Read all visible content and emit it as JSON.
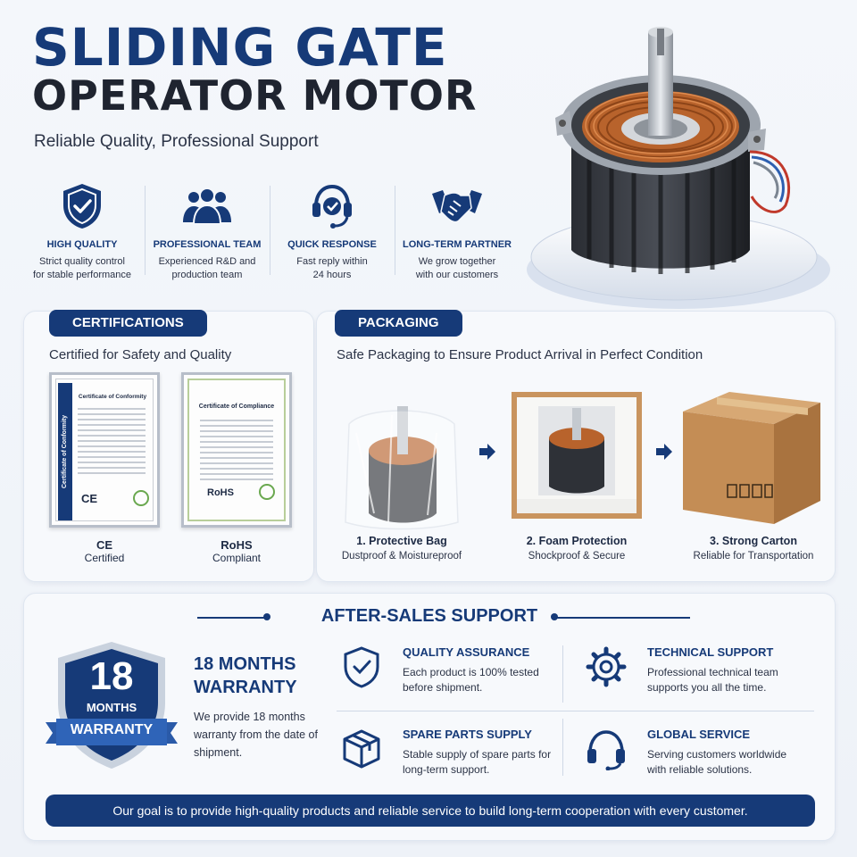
{
  "header": {
    "title_line1": "SLIDING GATE",
    "title_line2": "OPERATOR MOTOR",
    "subtitle": "Reliable Quality, Professional Support"
  },
  "features": [
    {
      "icon": "shield-check-icon",
      "title": "HIGH QUALITY",
      "desc1": "Strict quality control",
      "desc2": "for stable performance"
    },
    {
      "icon": "team-icon",
      "title": "PROFESSIONAL TEAM",
      "desc1": "Experienced R&D and",
      "desc2": "production team"
    },
    {
      "icon": "headset-icon",
      "title": "QUICK RESPONSE",
      "desc1": "Fast reply within",
      "desc2": "24 hours"
    },
    {
      "icon": "handshake-icon",
      "title": "LONG-TERM PARTNER",
      "desc1": "We grow together",
      "desc2": "with our customers"
    }
  ],
  "certifications": {
    "label": "CERTIFICATIONS",
    "subtitle": "Certified for Safety and Quality",
    "items": [
      {
        "doc_title": "Certificate of Conformity",
        "mark": "CE",
        "side_text": "Certificate of Conformity",
        "name": "CE",
        "status": "Certified"
      },
      {
        "doc_title": "Certificate of Compliance",
        "mark": "RoHS",
        "name": "RoHS",
        "status": "Compliant"
      }
    ]
  },
  "packaging": {
    "label": "PACKAGING",
    "subtitle": "Safe Packaging to Ensure Product Arrival in Perfect Condition",
    "steps": [
      {
        "title": "1. Protective Bag",
        "desc": "Dustproof & Moistureproof"
      },
      {
        "title": "2. Foam Protection",
        "desc": "Shockproof & Secure"
      },
      {
        "title": "3. Strong Carton",
        "desc": "Reliable for Transportation"
      }
    ]
  },
  "after_sales": {
    "title": "AFTER-SALES SUPPORT",
    "badge_number": "18",
    "badge_months": "MONTHS",
    "badge_ribbon": "WARRANTY",
    "warranty_line1": "18 MONTHS",
    "warranty_line2": "WARRANTY",
    "warranty_desc": "We provide 18 months warranty from the date of shipment.",
    "services": [
      {
        "icon": "shield-check-icon",
        "title": "QUALITY ASSURANCE",
        "desc": "Each product is 100% tested before shipment."
      },
      {
        "icon": "gear-icon",
        "title": "TECHNICAL SUPPORT",
        "desc": "Professional technical team supports you all the time."
      },
      {
        "icon": "box-icon",
        "title": "SPARE PARTS SUPPLY",
        "desc": "Stable supply of spare parts for long-term support."
      },
      {
        "icon": "headphones-icon",
        "title": "GLOBAL SERVICE",
        "desc": "Serving customers worldwide with reliable solutions."
      }
    ],
    "banner": "Our goal is to provide high-quality products and reliable service to build long-term cooperation with every customer."
  },
  "colors": {
    "brand": "#163a78",
    "dark": "#1f2430",
    "copper": "#b8632c"
  }
}
